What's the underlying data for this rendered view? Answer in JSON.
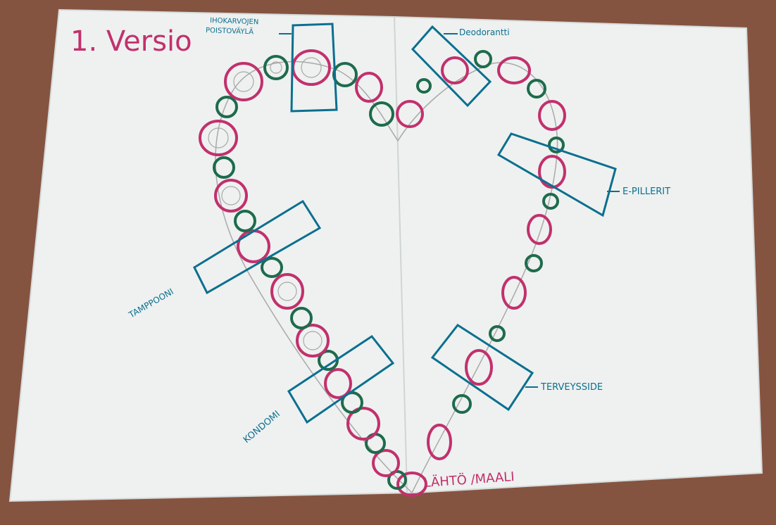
{
  "title": "1. Versio",
  "labels": {
    "ihokarvojen": "IHOKARVOJEN",
    "poistovayla": "POISTOVÄYLÄ",
    "deodorantti": "Deodorantti",
    "e_pillerit": "E-PILLERIT",
    "tamppooni": "TAMPPOONI",
    "terveysside": "TERVEYSSIDE",
    "kondomi": "KONDOMI",
    "lahto_maali": "LÄHTÖ /MAALI"
  },
  "colors": {
    "table": "#8e5a46",
    "paper": "#eef1f0",
    "pink": "#c2306d",
    "green": "#1e6b4c",
    "blue": "#0b6f8f",
    "pencil": "#a9a9a9"
  }
}
